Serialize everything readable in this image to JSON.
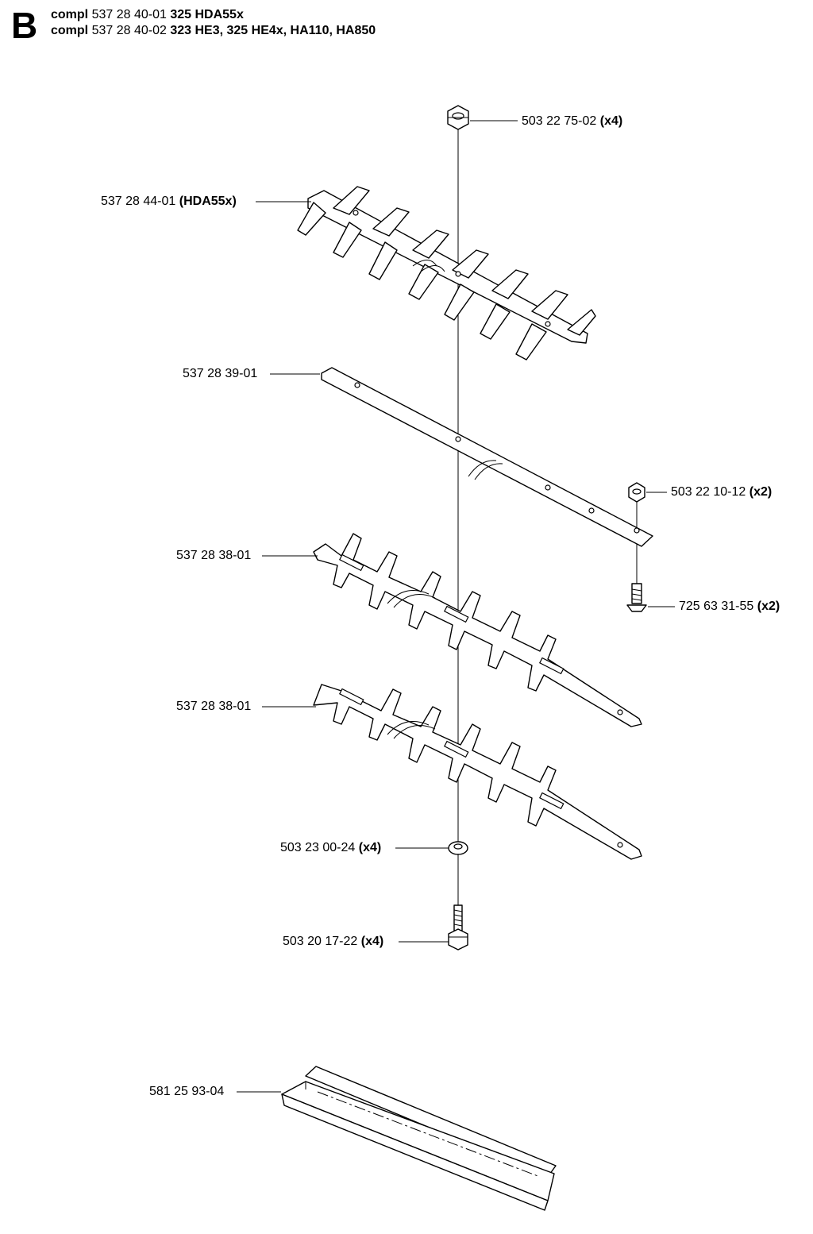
{
  "header": {
    "section_letter": "B",
    "lines": [
      {
        "prefix": "compl",
        "number": "537 28 40-01",
        "models": "325 HDA55x"
      },
      {
        "prefix": "compl",
        "number": "537 28 40-02",
        "models": "323 HE3, 325 HE4x, HA110, HA850"
      }
    ]
  },
  "parts": [
    {
      "id": "nut-top",
      "number": "503 22 75-02",
      "qty": "(x4)"
    },
    {
      "id": "guard-bar",
      "number": "537 28 44-01",
      "qty": "(HDA55x)"
    },
    {
      "id": "reinforcement-bar",
      "number": "537 28 39-01",
      "qty": ""
    },
    {
      "id": "nut-small",
      "number": "503 22 10-12",
      "qty": "(x2)"
    },
    {
      "id": "upper-blade",
      "number": "537 28 38-01",
      "qty": ""
    },
    {
      "id": "screw",
      "number": "725 63 31-55",
      "qty": "(x2)"
    },
    {
      "id": "lower-blade",
      "number": "537 28 38-01",
      "qty": ""
    },
    {
      "id": "washer",
      "number": "503 23 00-24",
      "qty": "(x4)"
    },
    {
      "id": "bolt",
      "number": "503 20 17-22",
      "qty": "(x4)"
    },
    {
      "id": "blade-guard",
      "number": "581 25 93-04",
      "qty": ""
    }
  ]
}
